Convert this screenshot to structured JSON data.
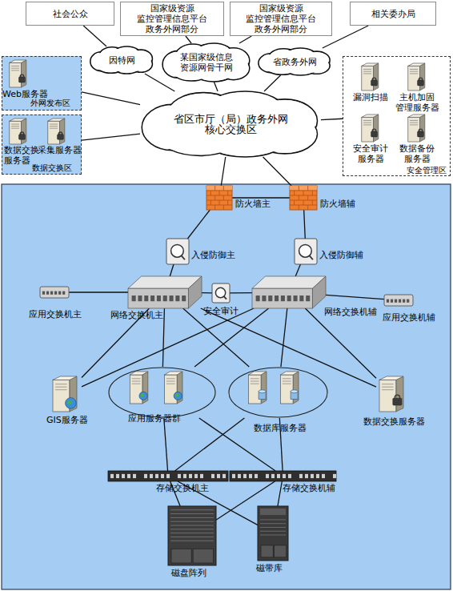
{
  "diagram": {
    "nodes": [
      {
        "text": [
          "社会公众"
        ]
      },
      {
        "text": [
          "国家级资源 监控管理信息平台 政务外网部分"
        ]
      },
      {
        "text": [
          "国家级资源 监控管理信息平台 政务外网部分"
        ]
      },
      {
        "text": [
          "相关委办局"
        ]
      },
      {
        "text": [
          "外网发布区"
        ]
      },
      {
        "text": [
          "Web服务器"
        ],
        "in": 4
      },
      {
        "text": [
          "因特网"
        ]
      },
      {
        "text": [
          "某国家级信息 资源网骨干网"
        ]
      },
      {
        "text": [
          "省政务外网"
        ]
      },
      {
        "text": [
          "安全管理区"
        ]
      },
      {
        "text": [
          "漏洞扫描"
        ],
        "in": 9
      },
      {
        "text": [
          "主机加固 管理服务器"
        ],
        "in": 9
      },
      {
        "text": [
          "安全审计 服务器"
        ],
        "in": 9
      },
      {
        "text": [
          "数据备份 服务器"
        ],
        "in": 9
      },
      {
        "text": [
          "数据交换区"
        ]
      },
      {
        "text": [
          "数据交换 服务器"
        ],
        "in": 14
      },
      {
        "text": [
          "采集服务器"
        ],
        "in": 14
      },
      {
        "text": [
          "省区市厅（局）政务外网 核心交换区"
        ]
      },
      {
        "text": [
          "防火墙主"
        ]
      },
      {
        "text": [
          "防火墙辅"
        ]
      },
      {
        "text": [
          "入侵防御主"
        ]
      },
      {
        "text": [
          "入侵防御辅"
        ]
      },
      {
        "text": [
          "网络交换机主"
        ]
      },
      {
        "text": [
          "安全审计"
        ]
      },
      {
        "text": [
          "网络交换机辅"
        ]
      },
      {
        "text": [
          "应用交换机主"
        ]
      },
      {
        "text": [
          "应用交换机辅"
        ]
      },
      {
        "text": [
          "GIS服务器"
        ]
      },
      {
        "text": [
          "应用服务器群"
        ]
      },
      {
        "text": [
          "数据库服务器"
        ]
      },
      {
        "text": [
          "数据交换服务器"
        ]
      },
      {
        "text": [
          "存储交换机主"
        ]
      },
      {
        "text": [
          "存储交换机辅"
        ]
      },
      {
        "text": [
          "磁盘阵列"
        ]
      },
      {
        "text": [
          "磁带库"
        ]
      }
    ],
    "edges": [
      {
        "from": 0,
        "to": 6,
        "arrow": "none"
      },
      {
        "from": 1,
        "to": 7,
        "arrow": "none"
      },
      {
        "from": 2,
        "to": 7,
        "arrow": "none"
      },
      {
        "from": 3,
        "to": 8,
        "arrow": "none"
      },
      {
        "from": 6,
        "to": 17,
        "arrow": "none"
      },
      {
        "from": 7,
        "to": 17,
        "arrow": "none"
      },
      {
        "from": 8,
        "to": 17,
        "arrow": "none"
      },
      {
        "from": 4,
        "to": 17,
        "arrow": "none"
      },
      {
        "from": 14,
        "to": 17,
        "arrow": "none"
      },
      {
        "from": 9,
        "to": 17,
        "arrow": "none"
      },
      {
        "from": 17,
        "to": 18,
        "arrow": "none"
      },
      {
        "from": 17,
        "to": 19,
        "arrow": "none"
      },
      {
        "from": 18,
        "to": 19,
        "arrow": "none"
      },
      {
        "from": 18,
        "to": 20,
        "arrow": "none"
      },
      {
        "from": 19,
        "to": 21,
        "arrow": "none"
      },
      {
        "from": 20,
        "to": 22,
        "arrow": "none"
      },
      {
        "from": 21,
        "to": 24,
        "arrow": "none"
      },
      {
        "from": 22,
        "to": 25,
        "arrow": "none"
      },
      {
        "from": 24,
        "to": 26,
        "arrow": "none"
      },
      {
        "from": 22,
        "to": 23,
        "arrow": "none"
      },
      {
        "from": 23,
        "to": 24,
        "arrow": "none"
      },
      {
        "from": 22,
        "to": 27,
        "arrow": "none"
      },
      {
        "from": 22,
        "to": 28,
        "arrow": "none"
      },
      {
        "from": 22,
        "to": 29,
        "arrow": "none"
      },
      {
        "from": 22,
        "to": 30,
        "arrow": "none"
      },
      {
        "from": 24,
        "to": 27,
        "arrow": "none"
      },
      {
        "from": 24,
        "to": 28,
        "arrow": "none"
      },
      {
        "from": 24,
        "to": 29,
        "arrow": "none"
      },
      {
        "from": 24,
        "to": 30,
        "arrow": "none"
      },
      {
        "from": 28,
        "to": 31,
        "arrow": "none"
      },
      {
        "from": 28,
        "to": 32,
        "arrow": "none"
      },
      {
        "from": 29,
        "to": 31,
        "arrow": "none"
      },
      {
        "from": 29,
        "to": 32,
        "arrow": "none"
      },
      {
        "from": 31,
        "to": 33,
        "arrow": "none"
      },
      {
        "from": 31,
        "to": 34,
        "arrow": "none"
      },
      {
        "from": 32,
        "to": 33,
        "arrow": "none"
      },
      {
        "from": 32,
        "to": 34,
        "arrow": "none"
      }
    ]
  }
}
